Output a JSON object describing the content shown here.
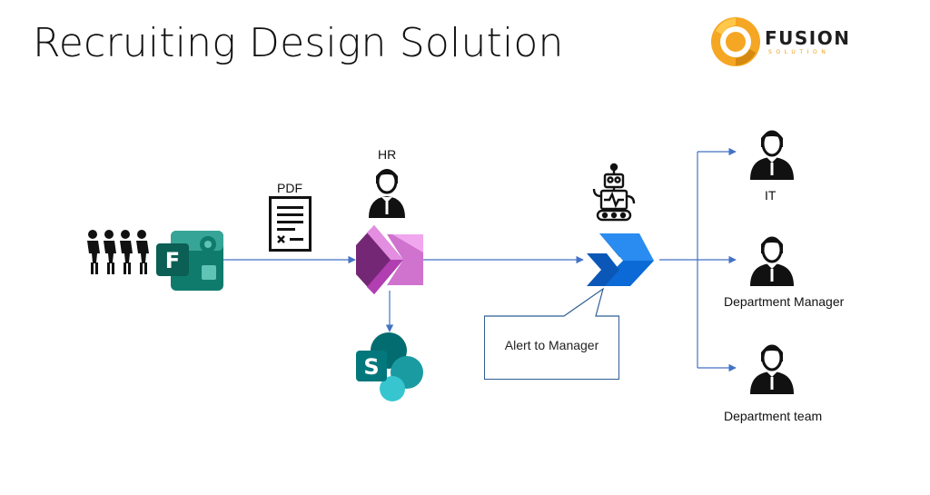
{
  "title": "Recruiting Design Solution",
  "logo": {
    "name": "FUSION",
    "subtitle": "SOLUTION"
  },
  "labels": {
    "pdf": "PDF",
    "hr": "HR",
    "it": "IT",
    "department_manager": "Department Manager",
    "department_team": "Department team"
  },
  "callout": {
    "text": "Alert to Manager"
  },
  "colors": {
    "connector": "#4472c4",
    "forms_green": "#0f7b6c",
    "powerapps_purple": "#9c2b8a",
    "sharepoint_teal": "#038387",
    "automate_blue": "#0b6ad6",
    "logo_orange": "#f5a623"
  },
  "icons": {
    "people": "people-group-icon",
    "forms": "microsoft-forms-icon",
    "pdf": "pdf-document-icon",
    "hr": "hr-person-icon",
    "powerapps": "power-apps-icon",
    "sharepoint": "sharepoint-icon",
    "robot": "robot-icon",
    "automate": "power-automate-icon",
    "manager": "manager-person-icon"
  }
}
